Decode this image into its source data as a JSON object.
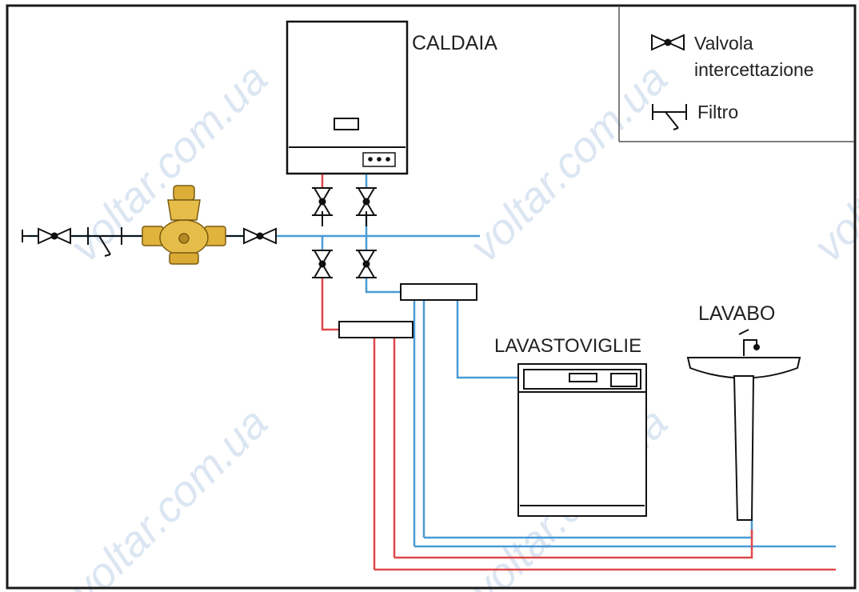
{
  "labels": {
    "boiler": "CALDAIA",
    "dishwasher": "LAVASTOVIGLIE",
    "washbasin": "LAVABO"
  },
  "legend": {
    "valve_line1": "Valvola",
    "valve_line2": "intercettazione",
    "filter": "Filtro"
  },
  "watermark": "voltar.com.ua",
  "colors": {
    "cold_pipe": "#4a9ad6",
    "hot_pipe": "#e0484a",
    "frame": "#1a1a1a",
    "reducer_brass": "#e0b43c",
    "watermark": "#dbe6f2"
  },
  "icons": {
    "valve": "bowtie-valve-icon",
    "filter": "y-strainer-icon",
    "reducer": "pressure-reducer-icon"
  }
}
